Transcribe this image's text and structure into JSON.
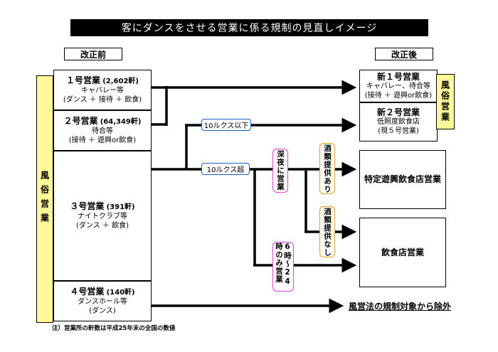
{
  "title": "客にダンスをさせる営業に係る規制の見直しイメージ",
  "before_label": "改正前",
  "after_label": "改正後",
  "fuzoku_left": "風俗営業",
  "fuzoku_right": "風俗営業",
  "before": [
    {
      "title": "１号営業",
      "count": "(2,602軒)",
      "line1": "キャバレー等",
      "line2": "(ダンス ＋ 接待 ＋ 飲食)"
    },
    {
      "title": "２号営業",
      "count": "(64,349軒)",
      "line1": "待合等",
      "line2": "(接待 ＋ 遊興or飲食)"
    },
    {
      "title": "３号営業",
      "count": "(391軒)",
      "line1": "ナイトクラブ等",
      "line2": "(ダンス ＋ 飲食)"
    },
    {
      "title": "４号営業",
      "count": "(140軒)",
      "line1": "ダンスホール等",
      "line2": "(ダンス)"
    }
  ],
  "after": [
    {
      "title": "新１号営業",
      "line1": "キャバレー、待合等",
      "line2": "(接待 ＋ 遊興or飲食)"
    },
    {
      "title": "新２号営業",
      "line1": "低照度飲食店",
      "line2": "(現５号営業)"
    },
    {
      "title": "特定遊興飲食店営業"
    },
    {
      "title": "飲食店営業"
    }
  ],
  "lux_below": "10ルクス以下",
  "lux_above": "10ルクス超",
  "late_night": "深夜に営業",
  "six_to_24": "6時～24時のみ営業",
  "alcohol_yes": "酒類提供あり",
  "alcohol_no": "酒類提供なし",
  "excluded": "風営法の規制対象から除外",
  "footnote": "注）営業所の軒数は平成25年末の全国の数値"
}
